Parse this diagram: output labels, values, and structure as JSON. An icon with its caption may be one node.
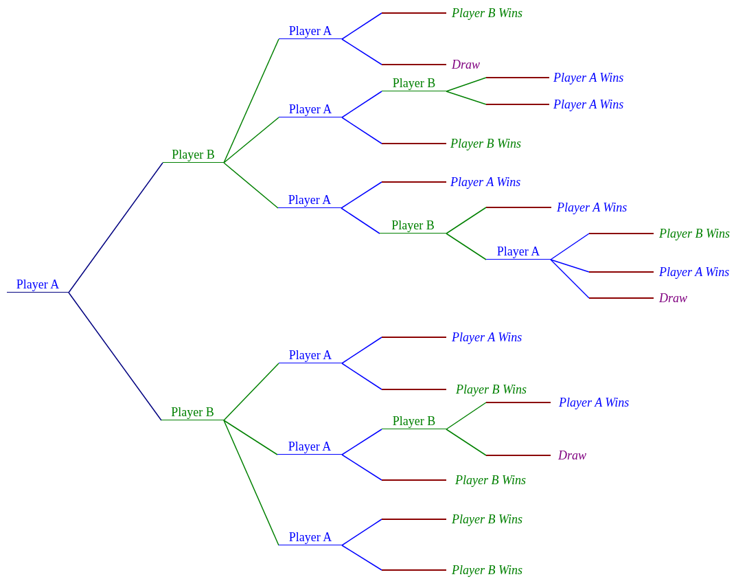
{
  "diagram": {
    "nodes": [
      {
        "text": [
          "Player A"
        ]
      },
      {
        "text": [
          "Player B"
        ]
      },
      {
        "text": [
          "Player A"
        ]
      },
      {
        "text": [
          "Player B Wins"
        ]
      },
      {
        "text": [
          "Draw"
        ]
      },
      {
        "text": [
          "Player A"
        ]
      },
      {
        "text": [
          "Player B"
        ]
      },
      {
        "text": [
          "Player A Wins"
        ]
      },
      {
        "text": [
          "Player A Wins"
        ]
      },
      {
        "text": [
          "Player B Wins"
        ]
      },
      {
        "text": [
          "Player A"
        ]
      },
      {
        "text": [
          "Player A Wins"
        ]
      },
      {
        "text": [
          "Player B"
        ]
      },
      {
        "text": [
          "Player A Wins"
        ]
      },
      {
        "text": [
          "Player A"
        ]
      },
      {
        "text": [
          "Player B Wins"
        ]
      },
      {
        "text": [
          "Player A Wins"
        ]
      },
      {
        "text": [
          "Draw"
        ]
      },
      {
        "text": [
          "Player B"
        ]
      },
      {
        "text": [
          "Player A"
        ]
      },
      {
        "text": [
          "Player A Wins"
        ]
      },
      {
        "text": [
          "Player B Wins"
        ]
      },
      {
        "text": [
          "Player A"
        ]
      },
      {
        "text": [
          "Player B"
        ]
      },
      {
        "text": [
          "Player A Wins"
        ]
      },
      {
        "text": [
          "Draw"
        ]
      },
      {
        "text": [
          "Player B Wins"
        ]
      },
      {
        "text": [
          "Player A"
        ]
      },
      {
        "text": [
          "Player B Wins"
        ]
      },
      {
        "text": [
          "Player B Wins"
        ]
      }
    ],
    "edges": [
      {
        "from": 0,
        "to": 1,
        "arrow": "none",
        "color": "#000080"
      },
      {
        "from": 1,
        "to": 2,
        "arrow": "none",
        "color": "#008000"
      },
      {
        "from": 2,
        "to": 3,
        "arrow": "none"
      },
      {
        "from": 2,
        "to": 4,
        "arrow": "none"
      },
      {
        "from": 1,
        "to": 5,
        "arrow": "none",
        "color": "#008000"
      },
      {
        "from": 5,
        "to": 6,
        "arrow": "none"
      },
      {
        "from": 6,
        "to": 7,
        "arrow": "none",
        "color": "#008000"
      },
      {
        "from": 6,
        "to": 8,
        "arrow": "none",
        "color": "#008000"
      },
      {
        "from": 5,
        "to": 9,
        "arrow": "none"
      },
      {
        "from": 1,
        "to": 10,
        "arrow": "none",
        "color": "#008000"
      },
      {
        "from": 10,
        "to": 11,
        "arrow": "none"
      },
      {
        "from": 10,
        "to": 12,
        "arrow": "none"
      },
      {
        "from": 12,
        "to": 13,
        "arrow": "none",
        "color": "#008000"
      },
      {
        "from": 12,
        "to": 14,
        "arrow": "none",
        "color": "#008000"
      },
      {
        "from": 14,
        "to": 15,
        "arrow": "none"
      },
      {
        "from": 14,
        "to": 16,
        "arrow": "none"
      },
      {
        "from": 14,
        "to": 17,
        "arrow": "none"
      },
      {
        "from": 0,
        "to": 18,
        "arrow": "none",
        "color": "#000080"
      },
      {
        "from": 18,
        "to": 19,
        "arrow": "none",
        "color": "#008000"
      },
      {
        "from": 19,
        "to": 20,
        "arrow": "none"
      },
      {
        "from": 19,
        "to": 21,
        "arrow": "none"
      },
      {
        "from": 18,
        "to": 22,
        "arrow": "none",
        "color": "#008000"
      },
      {
        "from": 22,
        "to": 23,
        "arrow": "none"
      },
      {
        "from": 23,
        "to": 24,
        "arrow": "none",
        "color": "#008000"
      },
      {
        "from": 23,
        "to": 25,
        "arrow": "none",
        "color": "#008000"
      },
      {
        "from": 22,
        "to": 26,
        "arrow": "none"
      },
      {
        "from": 18,
        "to": 27,
        "arrow": "none",
        "color": "#008000"
      },
      {
        "from": 27,
        "to": 28,
        "arrow": "none"
      },
      {
        "from": 27,
        "to": 29,
        "arrow": "none"
      }
    ]
  }
}
